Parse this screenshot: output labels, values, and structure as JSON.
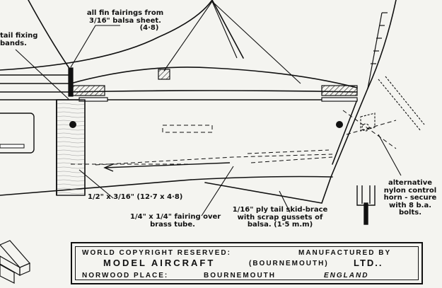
{
  "labels": {
    "fin_fairings_1": "all fin fairings from",
    "fin_fairings_2": "3/16\" balsa sheet.",
    "fin_fairings_3": "(4·8)",
    "tail_fixing_1": "tail fixing",
    "tail_fixing_2": "bands.",
    "spar_size": "1/2\" x 3/16\" (12·7 x 4·8)",
    "fairing_1": "1/4\" x 1/4\" fairing over",
    "fairing_2": "brass tube.",
    "skid_1": "1/16\" ply tail skid-brace",
    "skid_2": "with scrap gussets of",
    "skid_3": "balsa. (1·5 m.m)",
    "alt_1": "alternative",
    "alt_2": "nylon control",
    "alt_3": "horn - secure",
    "alt_4": "with 8 b.a.",
    "alt_5": "bolts."
  },
  "title_block": {
    "line1_left": "WORLD COPYRIGHT RESERVED:",
    "line1_right": "MANUFACTURED BY",
    "company": "MODEL AIRCRAFT",
    "location_paren": "(BOURNEMOUTH)",
    "ltd": "LTD..",
    "line3_left": "NORWOOD PLACE:",
    "line3_mid": "BOURNEMOUTH",
    "line3_right": "ENGLAND"
  }
}
